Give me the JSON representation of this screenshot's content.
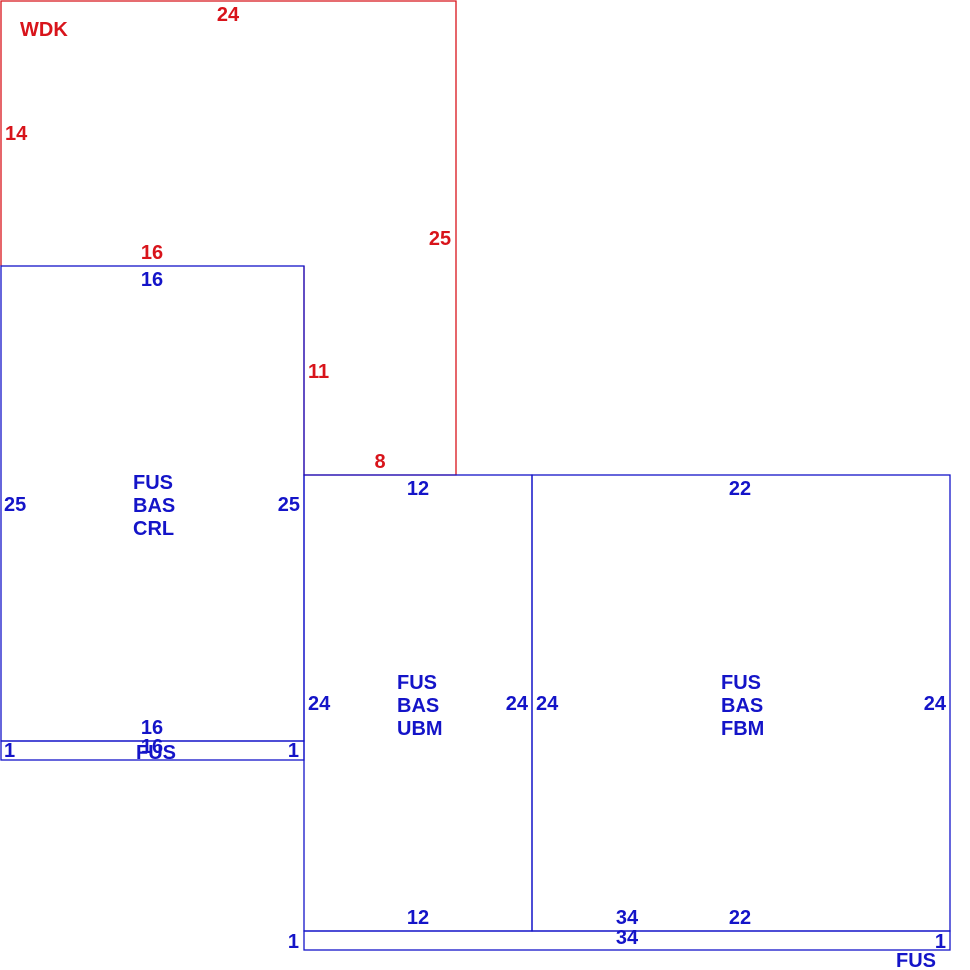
{
  "colors": {
    "deck": "#d8141b",
    "building": "#1414c8",
    "background": "#ffffff"
  },
  "deck": {
    "label": "WDK",
    "dims": {
      "top": "24",
      "left": "14",
      "right": "25",
      "notch_top": "16",
      "notch_side": "11",
      "notch_bottom": "8"
    }
  },
  "crawl": {
    "line1": "FUS",
    "line2": "BAS",
    "line3": "CRL",
    "dims": {
      "top": "16",
      "left": "25",
      "right": "25",
      "bottom": "16"
    }
  },
  "crawl_strip": {
    "label": "FUS",
    "dims": {
      "left": "1",
      "right": "1",
      "top": "16"
    }
  },
  "ubm": {
    "line1": "FUS",
    "line2": "BAS",
    "line3": "UBM",
    "dims": {
      "top": "12",
      "left": "24",
      "right": "24",
      "bottom": "12"
    }
  },
  "fbm": {
    "line1": "FUS",
    "line2": "BAS",
    "line3": "FBM",
    "dims": {
      "top": "22",
      "left": "24",
      "right": "24",
      "bottom": "22"
    }
  },
  "base_strip": {
    "label": "FUS",
    "dims": {
      "left": "1",
      "right": "1",
      "top": "34",
      "bottom": "34"
    }
  }
}
